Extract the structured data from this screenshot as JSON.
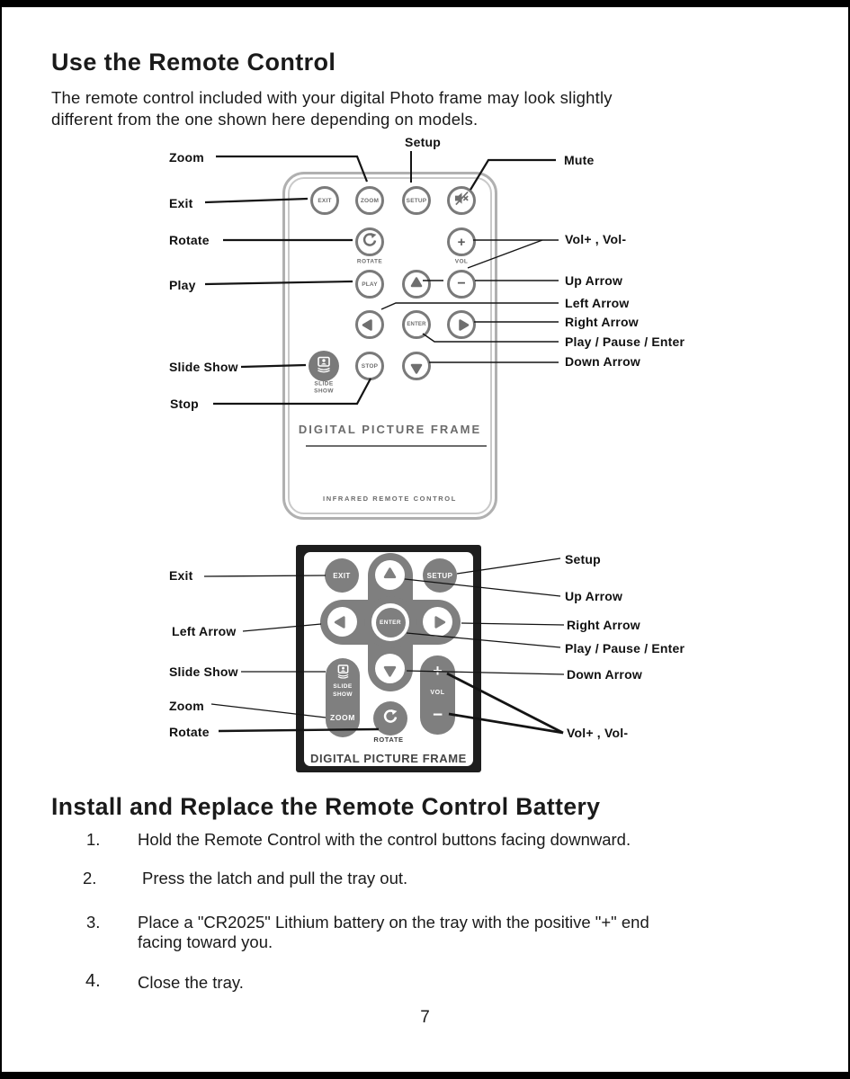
{
  "page": {
    "title": "Use the Remote Control",
    "intro": {
      "line1": "The remote control included with your digital Photo frame may look slightly",
      "line2": "different from the one shown here depending on models."
    },
    "section2_title": "Install and Replace the Remote Control Battery",
    "steps": [
      {
        "num": "1.",
        "line1": "Hold the Remote Control with the control buttons facing downward."
      },
      {
        "num": "2.",
        "line1": "Press the latch and pull the tray out."
      },
      {
        "num": "3.",
        "line1": "Place a \"CR2025\" Lithium battery on the tray with the positive \"+\" end",
        "line2": "facing toward you."
      },
      {
        "num": "4.",
        "line1": "Close the tray."
      }
    ],
    "page_number": "7"
  },
  "remote1": {
    "btn_exit": "EXIT",
    "btn_zoom": "ZOOM",
    "btn_setup": "SETUP",
    "btn_play": "PLAY",
    "btn_enter": "ENTER",
    "btn_stop": "STOP",
    "btn_vol_plus": "+",
    "btn_vol_minus": "−",
    "lbl_rotate": "ROTATE",
    "lbl_vol": "VOL",
    "lbl_slide1": "SLIDE",
    "lbl_slide2": "SHOW",
    "brand": "DIGITAL PICTURE FRAME",
    "subbrand": "INFRARED REMOTE CONTROL",
    "label_top": "Setup",
    "labels_left": [
      "Zoom",
      "Exit",
      "Rotate",
      "Play",
      "Slide Show",
      "Stop"
    ],
    "labels_right": [
      "Mute",
      "Vol+ , Vol-",
      "Up Arrow",
      "Left Arrow",
      "Right Arrow",
      "Play / Pause / Enter",
      "Down Arrow"
    ]
  },
  "remote2": {
    "btn_exit": "EXIT",
    "btn_setup": "SETUP",
    "btn_enter": "ENTER",
    "btn_zoom": "ZOOM",
    "btn_vol_plus": "+",
    "btn_vol_minus": "−",
    "lbl_rotate": "ROTATE",
    "lbl_vol": "VOL",
    "lbl_slide1": "SLIDE",
    "lbl_slide2": "SHOW",
    "brand": "DIGITAL PICTURE FRAME",
    "labels_left": [
      "Exit",
      "Left Arrow",
      "Slide Show",
      "Zoom",
      "Rotate"
    ],
    "labels_right": [
      "Setup",
      "Up Arrow",
      "Right Arrow",
      "Play / Pause / Enter",
      "Down Arrow",
      "Vol+ , Vol-"
    ]
  },
  "colors": {
    "remote_gray": "#7f7f7f",
    "ring_gray": "#7a7a7a",
    "line_black": "#141414"
  }
}
